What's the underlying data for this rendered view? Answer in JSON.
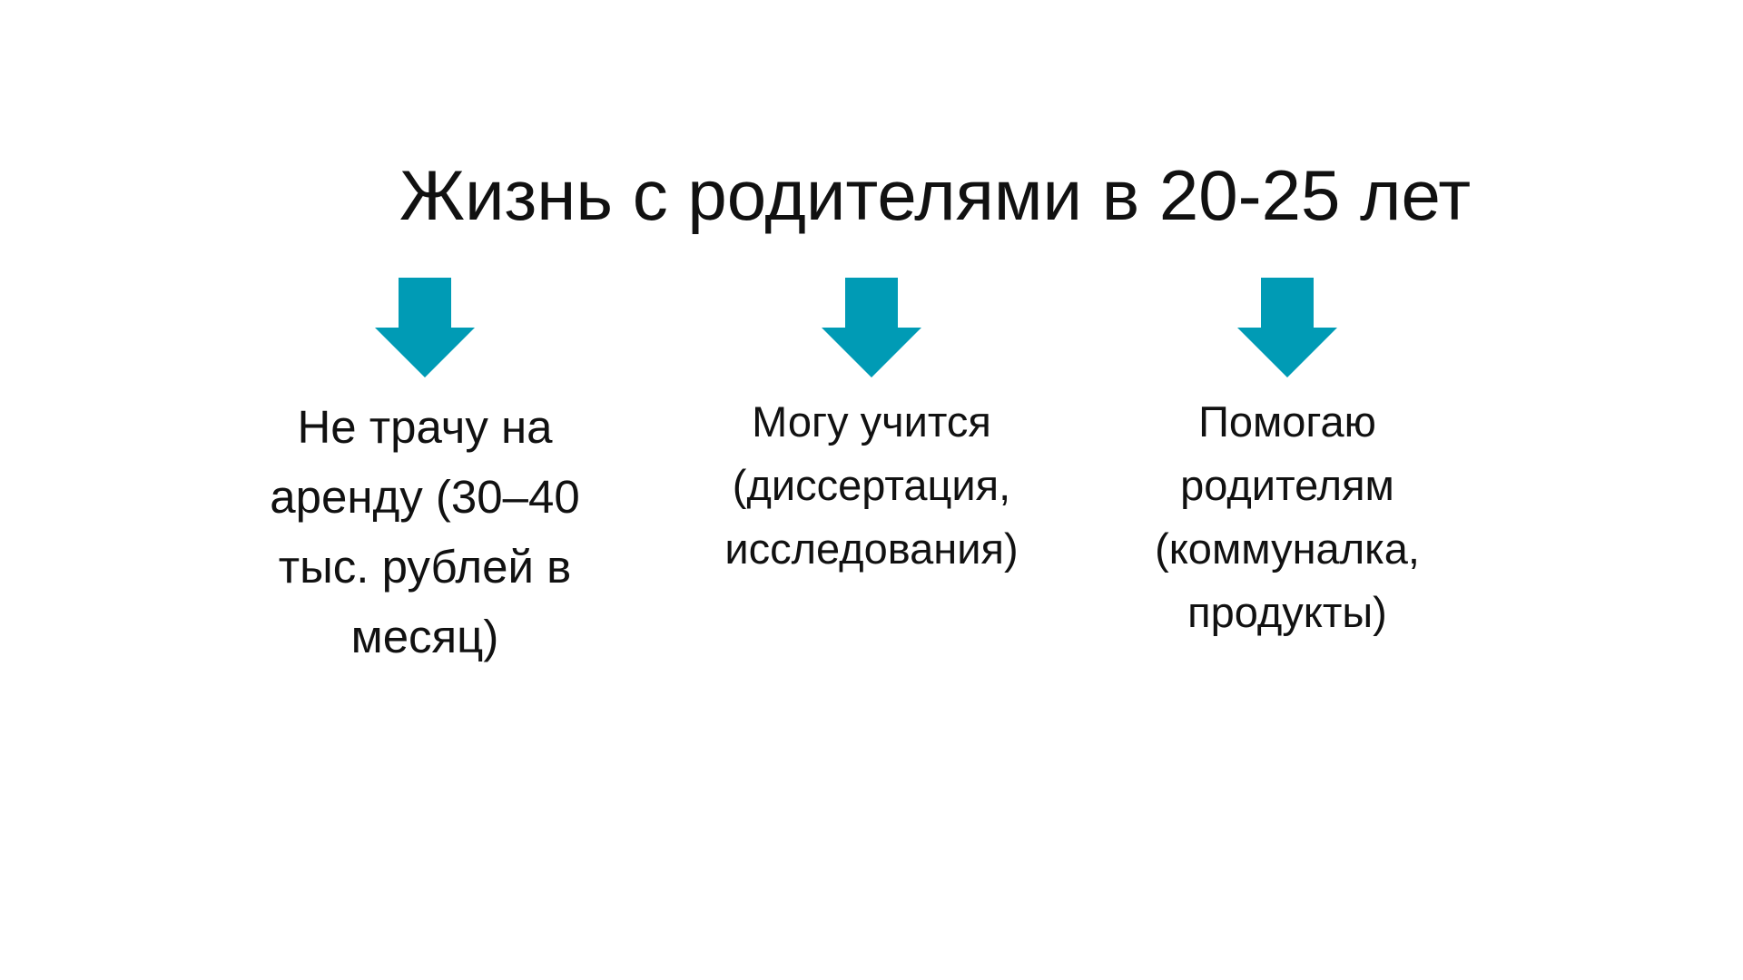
{
  "title": "Жизнь с родителями в 20-25 лет",
  "accent_color": "#009bb5",
  "items": [
    {
      "lines": [
        "Не трачу на",
        "аренду (30–40",
        "тыс. рублей в",
        "месяц)"
      ]
    },
    {
      "lines": [
        "Могу учится",
        "(диссертация,",
        "исследования)"
      ]
    },
    {
      "lines": [
        "Помогаю",
        "родителям",
        "(коммуналка,",
        "продукты)"
      ]
    }
  ]
}
